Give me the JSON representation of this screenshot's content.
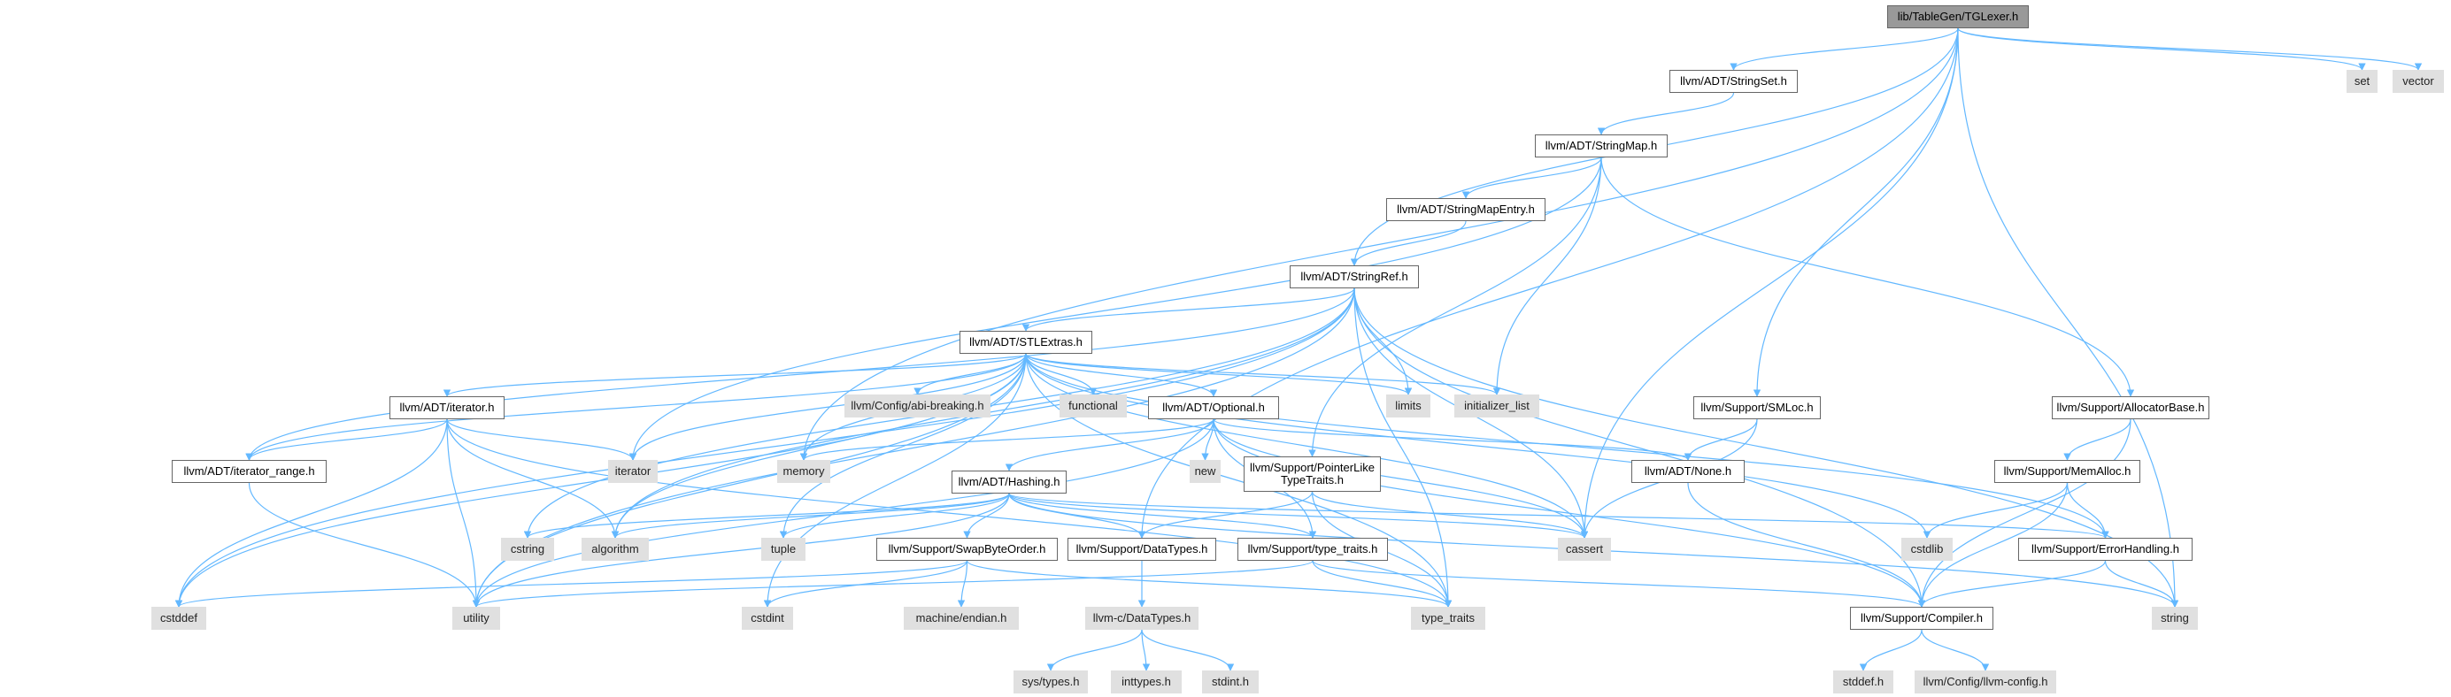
{
  "graph": {
    "root": "lib/TableGen/TGLexer.h",
    "nodes": {
      "root": "lib/TableGen/TGLexer.h",
      "stringset": "llvm/ADT/StringSet.h",
      "stringmap": "llvm/ADT/StringMap.h",
      "stringmapentry": "llvm/ADT/StringMapEntry.h",
      "stringref": "llvm/ADT/StringRef.h",
      "stlextras": "llvm/ADT/STLExtras.h",
      "iterator": "llvm/ADT/iterator.h",
      "iterator_range": "llvm/ADT/iterator_range.h",
      "optional": "llvm/ADT/Optional.h",
      "hashing": "llvm/ADT/Hashing.h",
      "none": "llvm/ADT/None.h",
      "swapbyteorder": "llvm/Support/SwapByteOrder.h",
      "datatypes_support": "llvm/Support/DataTypes.h",
      "type_traits_support": "llvm/Support/type_traits.h",
      "pointerlike": "llvm/Support/PointerLike TypeTraits.h",
      "smloc": "llvm/Support/SMLoc.h",
      "allocatorbase": "llvm/Support/AllocatorBase.h",
      "memalloc": "llvm/Support/MemAlloc.h",
      "errorhandling": "llvm/Support/ErrorHandling.h",
      "compiler": "llvm/Support/Compiler.h",
      "c_datatypes": "llvm-c/DataTypes.h",
      "abi_breaking": "llvm/Config/abi-breaking.h",
      "llvm_config": "llvm/Config/llvm-config.h",
      "set": "set",
      "vector": "vector",
      "string": "string",
      "iterator_std": "iterator",
      "memory": "memory",
      "functional": "functional",
      "limits": "limits",
      "initializer_list": "initializer_list",
      "new": "new",
      "cassert": "cassert",
      "cstring": "cstring",
      "algorithm": "algorithm",
      "tuple": "tuple",
      "cstddef": "cstddef",
      "utility": "utility",
      "cstdint": "cstdint",
      "machine_endian": "machine/endian.h",
      "type_traits": "type_traits",
      "cstdlib": "cstdlib",
      "stddef": "stddef.h",
      "sys_types": "sys/types.h",
      "inttypes": "inttypes.h",
      "stdint": "stdint.h"
    },
    "edges": [
      [
        "root",
        "stringset"
      ],
      [
        "root",
        "set"
      ],
      [
        "root",
        "vector"
      ],
      [
        "root",
        "string"
      ],
      [
        "root",
        "stringref"
      ],
      [
        "root",
        "memory"
      ],
      [
        "root",
        "cassert"
      ],
      [
        "root",
        "smloc"
      ],
      [
        "root",
        "datatypes_support"
      ],
      [
        "stringset",
        "stringmap"
      ],
      [
        "stringmap",
        "stringmapentry"
      ],
      [
        "stringmap",
        "iterator_std"
      ],
      [
        "stringmap",
        "initializer_list"
      ],
      [
        "stringmap",
        "allocatorbase"
      ],
      [
        "stringmap",
        "pointerlike"
      ],
      [
        "stringmapentry",
        "stringref"
      ],
      [
        "stringref",
        "stlextras"
      ],
      [
        "stringref",
        "iterator_range"
      ],
      [
        "stringref",
        "compiler"
      ],
      [
        "stringref",
        "cassert"
      ],
      [
        "stringref",
        "limits"
      ],
      [
        "stringref",
        "string"
      ],
      [
        "stringref",
        "cstddef"
      ],
      [
        "stringref",
        "utility"
      ],
      [
        "stringref",
        "algorithm"
      ],
      [
        "stringref",
        "cstring"
      ],
      [
        "stringref",
        "type_traits"
      ],
      [
        "stlextras",
        "iterator"
      ],
      [
        "stlextras",
        "iterator_range"
      ],
      [
        "stlextras",
        "optional"
      ],
      [
        "stlextras",
        "abi_breaking"
      ],
      [
        "stlextras",
        "functional"
      ],
      [
        "stlextras",
        "limits"
      ],
      [
        "stlextras",
        "initializer_list"
      ],
      [
        "stlextras",
        "memory"
      ],
      [
        "stlextras",
        "iterator_std"
      ],
      [
        "stlextras",
        "algorithm"
      ],
      [
        "stlextras",
        "tuple"
      ],
      [
        "stlextras",
        "cstdint"
      ],
      [
        "stlextras",
        "cassert"
      ],
      [
        "stlextras",
        "cstddef"
      ],
      [
        "stlextras",
        "utility"
      ],
      [
        "stlextras",
        "type_traits"
      ],
      [
        "stlextras",
        "cstdlib"
      ],
      [
        "stlextras",
        "errorhandling"
      ],
      [
        "iterator",
        "iterator_range"
      ],
      [
        "iterator",
        "iterator_std"
      ],
      [
        "iterator",
        "algorithm"
      ],
      [
        "iterator",
        "cstddef"
      ],
      [
        "iterator",
        "utility"
      ],
      [
        "iterator",
        "type_traits"
      ],
      [
        "iterator_range",
        "utility"
      ],
      [
        "optional",
        "hashing"
      ],
      [
        "optional",
        "none"
      ],
      [
        "optional",
        "new"
      ],
      [
        "optional",
        "memory"
      ],
      [
        "optional",
        "cassert"
      ],
      [
        "optional",
        "utility"
      ],
      [
        "optional",
        "compiler"
      ],
      [
        "optional",
        "type_traits_support"
      ],
      [
        "hashing",
        "swapbyteorder"
      ],
      [
        "hashing",
        "datatypes_support"
      ],
      [
        "hashing",
        "type_traits_support"
      ],
      [
        "hashing",
        "errorhandling"
      ],
      [
        "hashing",
        "algorithm"
      ],
      [
        "hashing",
        "cstring"
      ],
      [
        "hashing",
        "tuple"
      ],
      [
        "hashing",
        "cassert"
      ],
      [
        "hashing",
        "string"
      ],
      [
        "hashing",
        "utility"
      ],
      [
        "swapbyteorder",
        "cstddef"
      ],
      [
        "swapbyteorder",
        "cstdint"
      ],
      [
        "swapbyteorder",
        "machine_endian"
      ],
      [
        "swapbyteorder",
        "type_traits"
      ],
      [
        "datatypes_support",
        "c_datatypes"
      ],
      [
        "c_datatypes",
        "sys_types"
      ],
      [
        "c_datatypes",
        "inttypes"
      ],
      [
        "c_datatypes",
        "stdint"
      ],
      [
        "type_traits_support",
        "compiler"
      ],
      [
        "type_traits_support",
        "type_traits"
      ],
      [
        "type_traits_support",
        "utility"
      ],
      [
        "pointerlike",
        "datatypes_support"
      ],
      [
        "pointerlike",
        "cassert"
      ],
      [
        "pointerlike",
        "type_traits"
      ],
      [
        "smloc",
        "none"
      ],
      [
        "smloc",
        "cassert"
      ],
      [
        "allocatorbase",
        "memalloc"
      ],
      [
        "allocatorbase",
        "compiler"
      ],
      [
        "memalloc",
        "compiler"
      ],
      [
        "memalloc",
        "errorhandling"
      ],
      [
        "memalloc",
        "cstdlib"
      ],
      [
        "errorhandling",
        "compiler"
      ],
      [
        "errorhandling",
        "string"
      ],
      [
        "compiler",
        "stddef"
      ],
      [
        "compiler",
        "llvm_config"
      ],
      [
        "none",
        "compiler"
      ]
    ],
    "colors": {
      "edge": "#63b8ff",
      "root_fill": "#999999",
      "system_fill": "#e0e0e0",
      "border": "#666666"
    }
  }
}
